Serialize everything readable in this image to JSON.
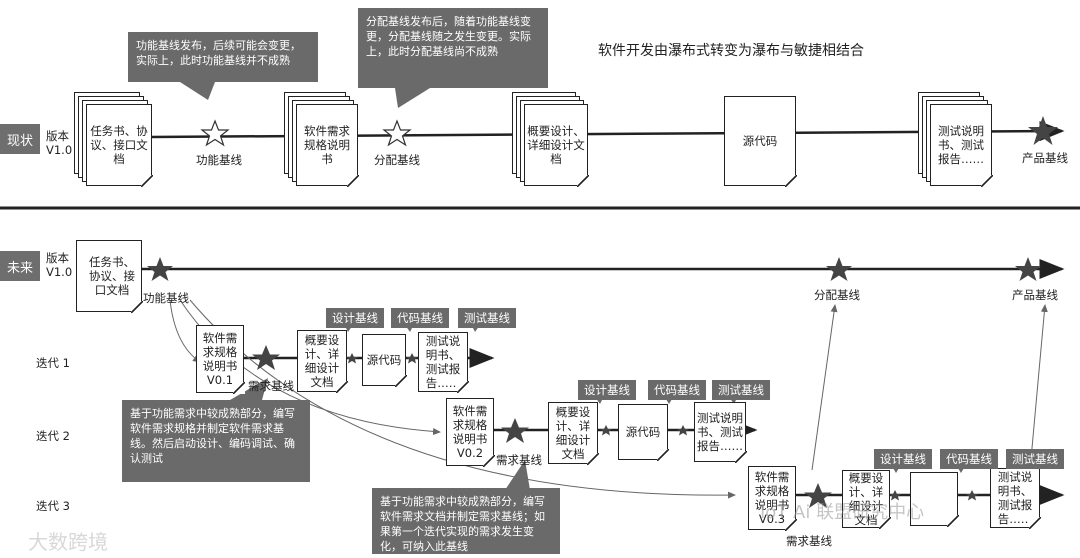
{
  "title": "软件开发由瀑布式转变为瀑布与敏捷相结合",
  "sections": {
    "current": "现状",
    "future": "未来"
  },
  "current": {
    "version": [
      "版本",
      "V1.0"
    ],
    "callout1": "功能基线发布，后续可能会变更，实际上，此时功能基线并不成熟",
    "callout2": "分配基线发布后，随着功能基线变更，分配基线随之发生变更。实际上，此时分配基线尚不成熟",
    "docs": [
      "任务书、协议、接口文档",
      "软件需求规格说明书",
      "概要设计、详细设计文档",
      "源代码",
      "测试说明书、测试报告……"
    ],
    "baselines": [
      "功能基线",
      "分配基线",
      "产品基线"
    ]
  },
  "future": {
    "version": [
      "版本",
      "V1.0"
    ],
    "doc": "任务书、协议、接口文档",
    "baselines": [
      "功能基线",
      "分配基线",
      "产品基线"
    ],
    "iterations": [
      "迭代 1",
      "迭代 2",
      "迭代 3"
    ],
    "it1": {
      "spec": "软件需求规格说明书 V0.1",
      "design": "概要设计、详细设计文档",
      "code": "源代码",
      "test": "测试说明书、测试报告……",
      "req": "需求基线"
    },
    "it2": {
      "spec": "软件需求规格说明书 V0.2",
      "design": "概要设计、详细设计文档",
      "code": "源代码",
      "test": "测试说明书、测试报告……",
      "req": "需求基线"
    },
    "it3": {
      "spec": "软件需求规格说明书 V0.3",
      "design": "概要设计、详细设计文档",
      "code": "",
      "test": "测试说明书、测试报告……",
      "req": "需求基线"
    },
    "tags": {
      "design": "设计基线",
      "code": "代码基线",
      "test": "测试基线"
    },
    "callout3": "基于功能需求中较成熟部分，编写软件需求规格并制定软件需求基线。然后启动设计、编码调试、确认测试",
    "callout4": "基于功能需求中较成熟部分，编写软件需求文档并制定需求基线；如果第一个迭代实现的需求发生变化，可纳入此基线"
  },
  "watermark": {
    "left": "大数跨境",
    "right": "IoT Ai 联盟研究中心"
  }
}
